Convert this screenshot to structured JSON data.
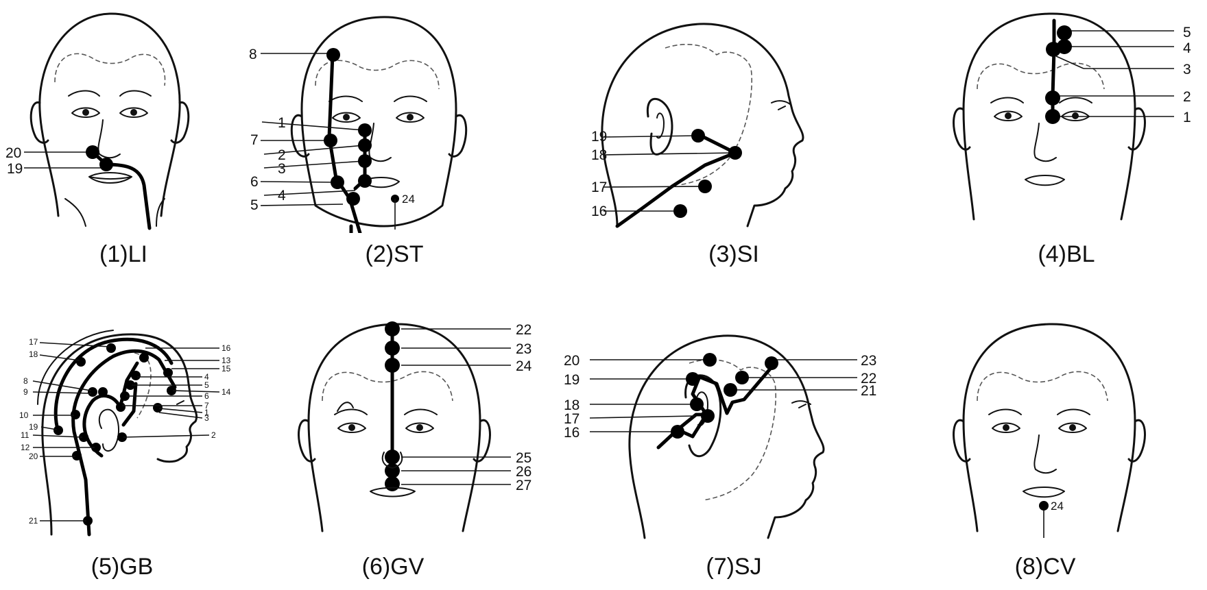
{
  "panels": [
    {
      "id": "LI",
      "caption": "(1)LI",
      "labels": [
        "20",
        "19"
      ]
    },
    {
      "id": "ST",
      "caption": "(2)ST",
      "labels": [
        "8",
        "1",
        "7",
        "2",
        "3",
        "6",
        "4",
        "5",
        "24"
      ]
    },
    {
      "id": "SI",
      "caption": "(3)SI",
      "labels": [
        "19",
        "18",
        "17",
        "16"
      ]
    },
    {
      "id": "BL",
      "caption": "(4)BL",
      "labels": [
        "5",
        "4",
        "3",
        "2",
        "1"
      ]
    },
    {
      "id": "GB",
      "caption": "(5)GB",
      "labels": [
        "17",
        "18",
        "16",
        "13",
        "15",
        "4",
        "5",
        "14",
        "8",
        "9",
        "6",
        "7",
        "10",
        "1",
        "3",
        "19",
        "11",
        "2",
        "12",
        "20",
        "21"
      ]
    },
    {
      "id": "GV",
      "caption": "(6)GV",
      "labels": [
        "22",
        "23",
        "24",
        "25",
        "26",
        "27"
      ]
    },
    {
      "id": "SJ",
      "caption": "(7)SJ",
      "labels": [
        "20",
        "23",
        "19",
        "22",
        "21",
        "18",
        "17",
        "16"
      ]
    },
    {
      "id": "CV",
      "caption": "(8)CV",
      "labels": [
        "24"
      ]
    }
  ],
  "colors": {
    "ink": "#111111",
    "meridian": "#000000",
    "background": "#ffffff"
  }
}
